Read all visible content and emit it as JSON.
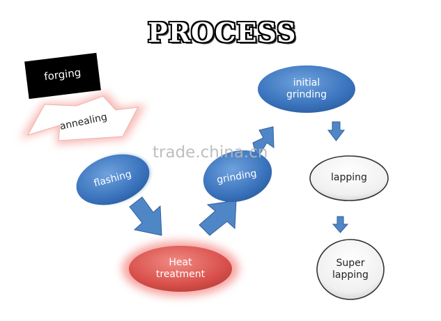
{
  "title": "PROCESS",
  "watermark": "trade.china.cn",
  "steps": {
    "forging": "forging",
    "annealing": "annealing",
    "flashing": "flashing",
    "heat_treatment": "Heat\ntreatment",
    "grinding": "grinding",
    "initial_grinding": "initial\ngrinding",
    "lapping": "lapping",
    "super_lapping": "Super\nlapping"
  },
  "colors": {
    "blue_node": "#3f7cc7",
    "red_node": "#e0605c",
    "white_node": "#f2f2f2",
    "arrow": "#4f86c6"
  }
}
